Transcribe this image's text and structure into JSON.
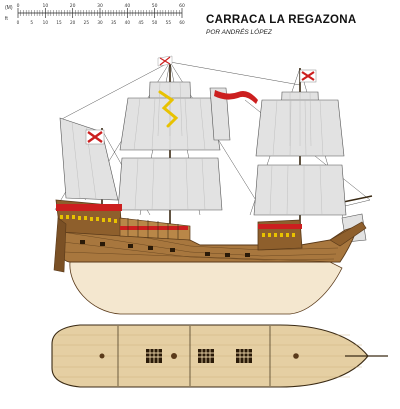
{
  "title": "CARRACA   LA REGAZONA",
  "author": "POR ANDRÉS LÓPEZ",
  "scale": {
    "unit_top": "(M)",
    "unit_bottom": "ft",
    "top_labels": [
      "0",
      "10",
      "20",
      "30",
      "40",
      "50",
      "60"
    ],
    "bottom_labels": [
      "0",
      "5",
      "10",
      "15",
      "20",
      "25",
      "30",
      "35",
      "40",
      "45",
      "50",
      "55",
      "60"
    ]
  },
  "colors": {
    "hull_brown": "#a8773e",
    "hull_dark": "#5a3a1a",
    "bottom_cream": "#f4e7cf",
    "sail_gray": "#e2e2e2",
    "castle_red": "#cc1f1f",
    "flag_yellow": "#e8c200",
    "deck_tan": "#e5cfa3"
  },
  "icons": [
    "cross-flag-icon",
    "gun-port-icon",
    "hatch-grating-icon"
  ]
}
